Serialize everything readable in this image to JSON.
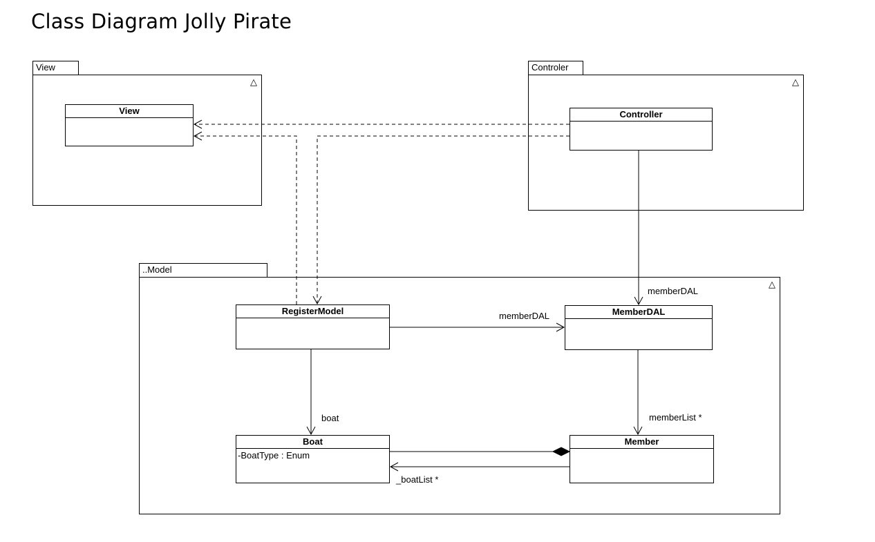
{
  "title": "Class Diagram Jolly Pirate",
  "packages": {
    "view": {
      "label": "View",
      "icon": "△"
    },
    "controler": {
      "label": "Controler",
      "icon": "△"
    },
    "model": {
      "label": "..Model",
      "icon": "△"
    }
  },
  "classes": {
    "view": {
      "name": "View"
    },
    "controller": {
      "name": "Controller"
    },
    "register_model": {
      "name": "RegisterModel"
    },
    "member_dal": {
      "name": "MemberDAL"
    },
    "boat": {
      "name": "Boat",
      "attributes": [
        "-BoatType : Enum"
      ]
    },
    "member": {
      "name": "Member"
    }
  },
  "relations": {
    "controller_member_dal": "memberDAL",
    "register_model_member_dal": "memberDAL",
    "register_model_boat": "boat",
    "member_dal_member": "memberList *",
    "member_boat": "_boatList *"
  }
}
